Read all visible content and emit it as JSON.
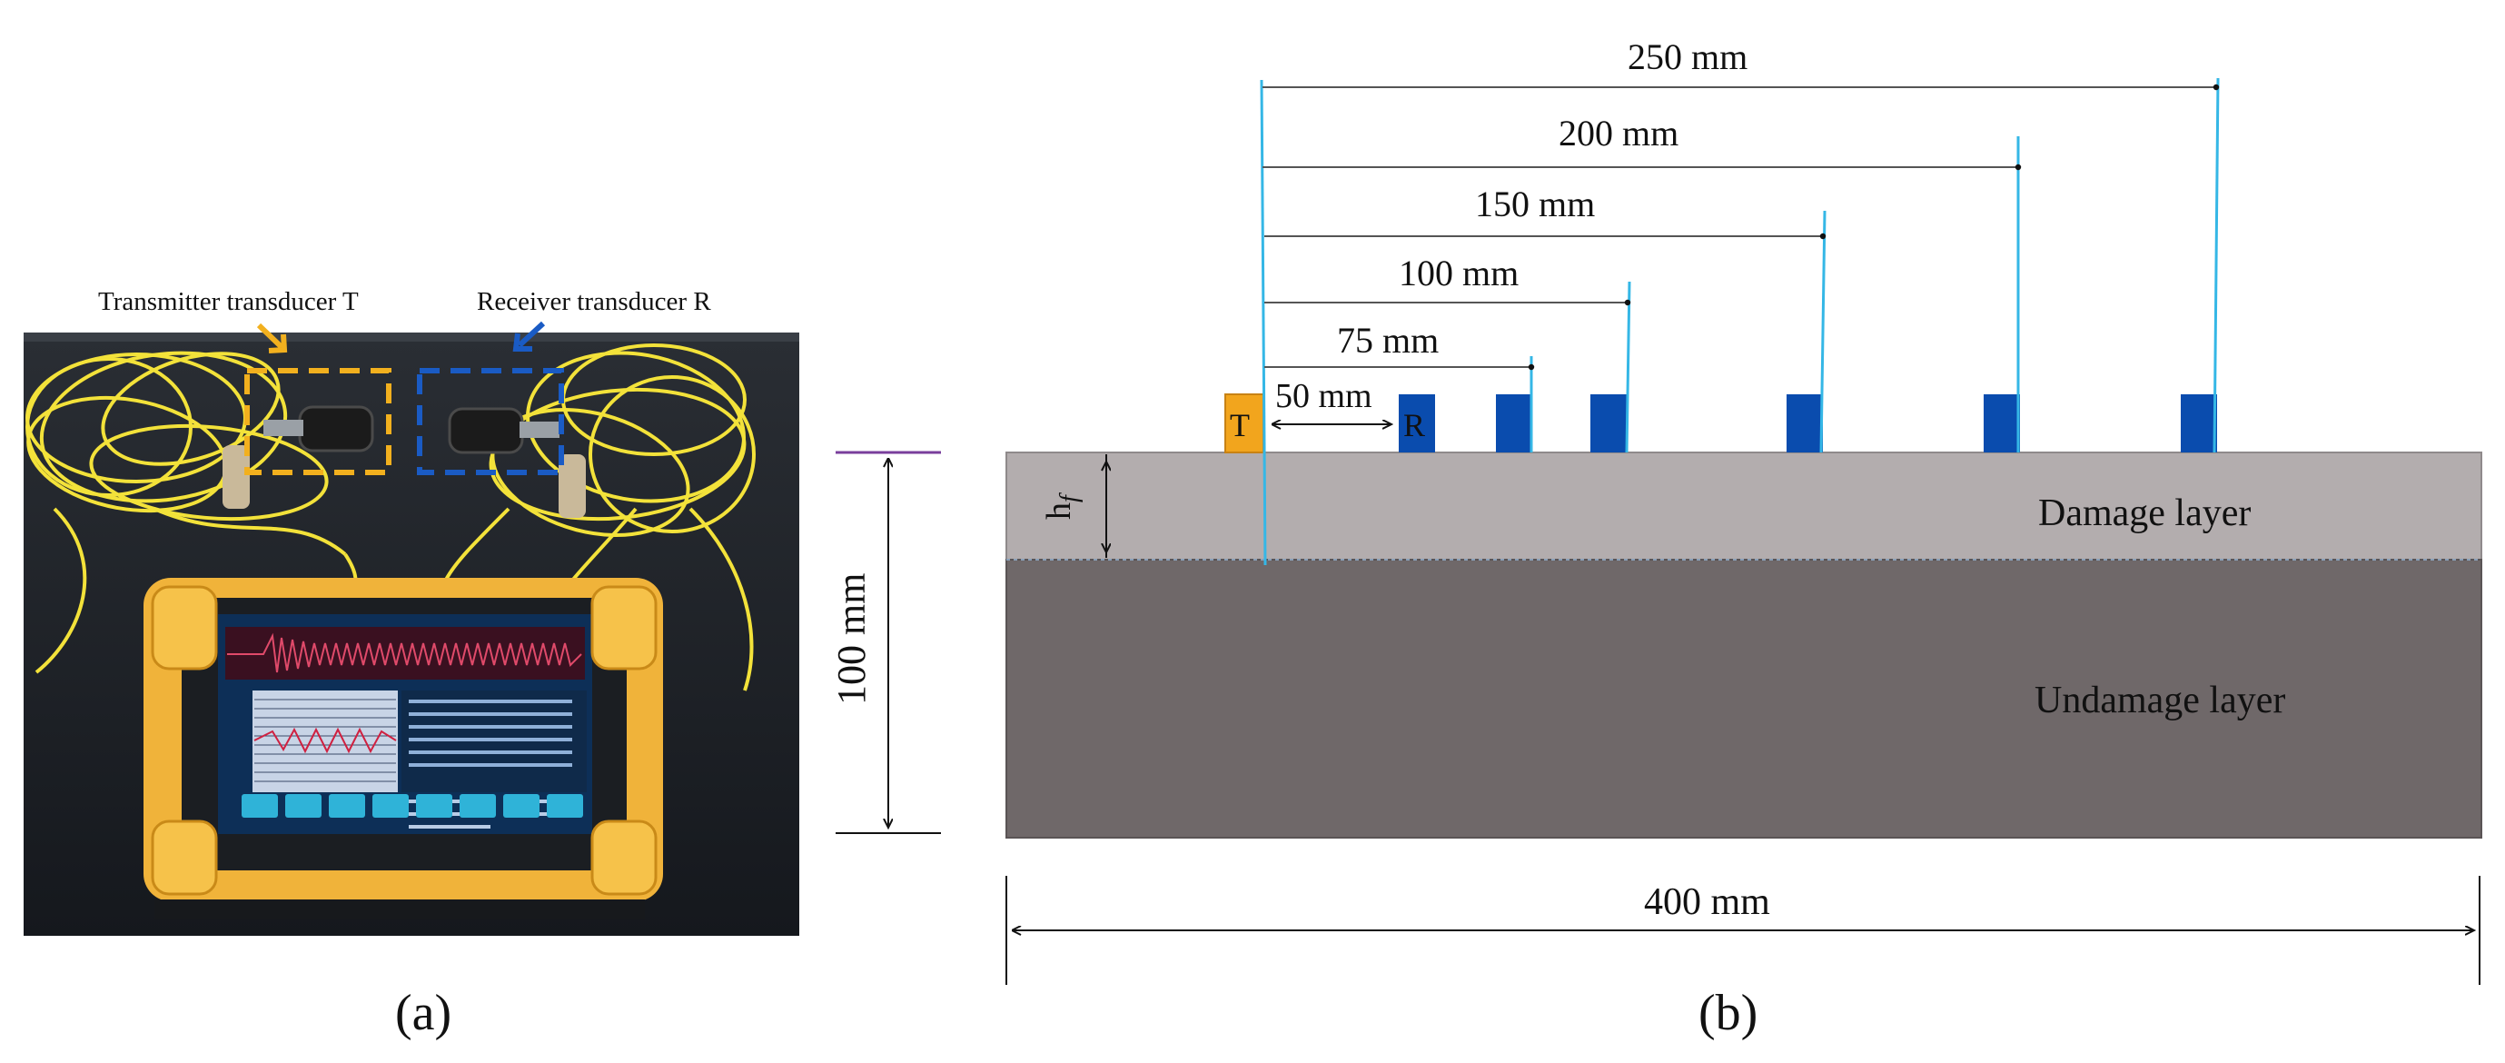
{
  "panel_a": {
    "caption": "(a)",
    "transmitter_label": "Transmitter transducer T",
    "receiver_label": "Receiver transducer R",
    "colors": {
      "transmitter_box": "#f2b01e",
      "receiver_box": "#1a5bc4",
      "cable": "#f3e23a",
      "device_body": "#f0b33a",
      "bench": "#1c2026"
    },
    "device_buttons": [
      "",
      "",
      "",
      "",
      "",
      "",
      "",
      ""
    ]
  },
  "panel_b": {
    "caption": "(b)",
    "transmitter_letter": "T",
    "receiver_letter": "R",
    "height_label": "100 mm",
    "width_label": "400 mm",
    "hf_label_main": "h",
    "hf_label_sub": "f",
    "damage_layer_label": "Damage layer",
    "undamage_layer_label": "Undamage layer",
    "spacings": [
      "50 mm",
      "75 mm",
      "100 mm",
      "150 mm",
      "200 mm",
      "250 mm"
    ],
    "colors": {
      "damage_layer": "#b3adae",
      "undamage_layer": "#6f6869",
      "transmitter": "#f2a51d",
      "receiver": "#0a4cae",
      "ray": "#35b7e6",
      "height_marker": "#7a3f9c"
    }
  }
}
